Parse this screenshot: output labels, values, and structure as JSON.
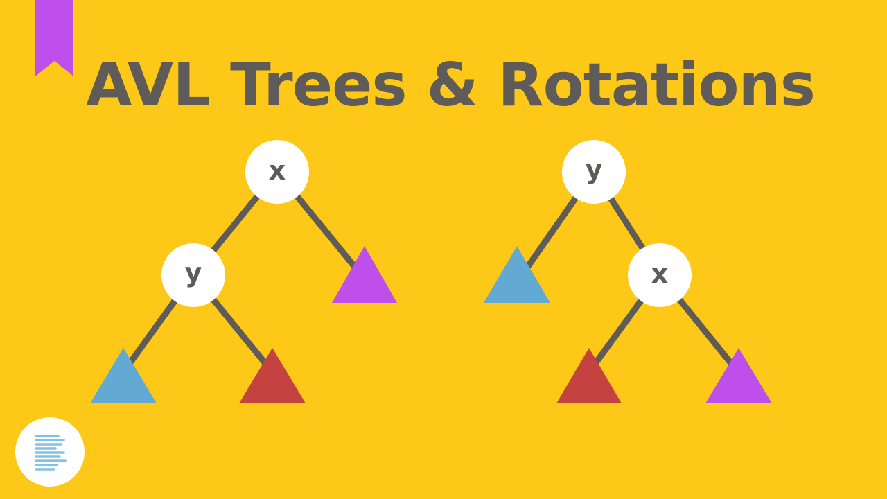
{
  "title": "AVL Trees & Rotations",
  "colors": {
    "background": "#FDC817",
    "text": "#5E5B58",
    "edge": "#5E5B58",
    "node_fill": "#FFFFFF",
    "blue": "#62A9D3",
    "red": "#C44340",
    "purple": "#BF4FEA",
    "bookmark": "#BF4FEA"
  },
  "trees": [
    {
      "name": "left-tree",
      "nodes": [
        {
          "id": "x",
          "label": "x"
        },
        {
          "id": "y",
          "label": "y"
        }
      ],
      "subtrees": [
        {
          "id": "left-tree-blue",
          "color": "blue"
        },
        {
          "id": "left-tree-red",
          "color": "red"
        },
        {
          "id": "left-tree-purple",
          "color": "purple"
        }
      ]
    },
    {
      "name": "right-tree",
      "nodes": [
        {
          "id": "y",
          "label": "y"
        },
        {
          "id": "x",
          "label": "x"
        }
      ],
      "subtrees": [
        {
          "id": "right-tree-blue",
          "color": "blue"
        },
        {
          "id": "right-tree-red",
          "color": "red"
        },
        {
          "id": "right-tree-purple",
          "color": "purple"
        }
      ]
    }
  ],
  "icons": {
    "bookmark": "bookmark-icon",
    "logo": "logo-icon"
  }
}
